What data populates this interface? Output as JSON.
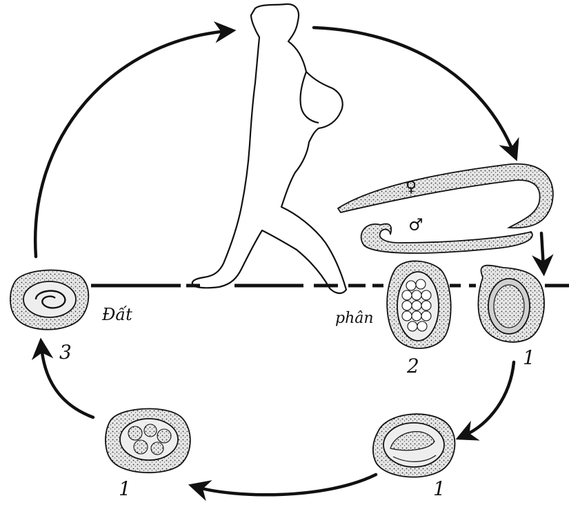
{
  "labels": {
    "soil": "Đất",
    "feces": "phân",
    "female_symbol": "♀",
    "male_symbol": "♂"
  },
  "stage_numbers": {
    "egg_laid": "1",
    "egg_cracked": "2",
    "egg_after_arrow": "1",
    "egg_bottom_right": "1",
    "egg_bottom_left": "1",
    "egg_larva": "3"
  },
  "icons": {
    "human": "walking-person-silhouette-icon",
    "worms": "roundworm-pair-icon",
    "egg": "speckled-egg-icon",
    "arrow": "cycle-arrow-icon"
  },
  "colors": {
    "ink": "#111111",
    "paper": "#ffffff",
    "egg_fill": "#dcdcdc"
  }
}
